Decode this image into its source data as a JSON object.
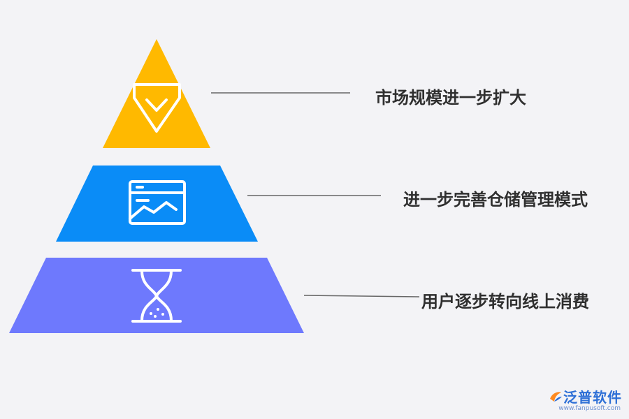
{
  "levels": [
    {
      "icon": "diamond-icon",
      "color": "#ffb900",
      "text": "市场规模进一步扩大"
    },
    {
      "icon": "chart-window-icon",
      "color": "#0a8cf7",
      "text": "进一步完善仓储管理模式"
    },
    {
      "icon": "hourglass-icon",
      "color": "#6e79fd",
      "text": "用户逐步转向线上消费"
    }
  ],
  "connector_color": "#666666",
  "logo": {
    "name": "泛普软件",
    "url": "www.fanpusoft.com",
    "color": "#2d6fd6"
  }
}
